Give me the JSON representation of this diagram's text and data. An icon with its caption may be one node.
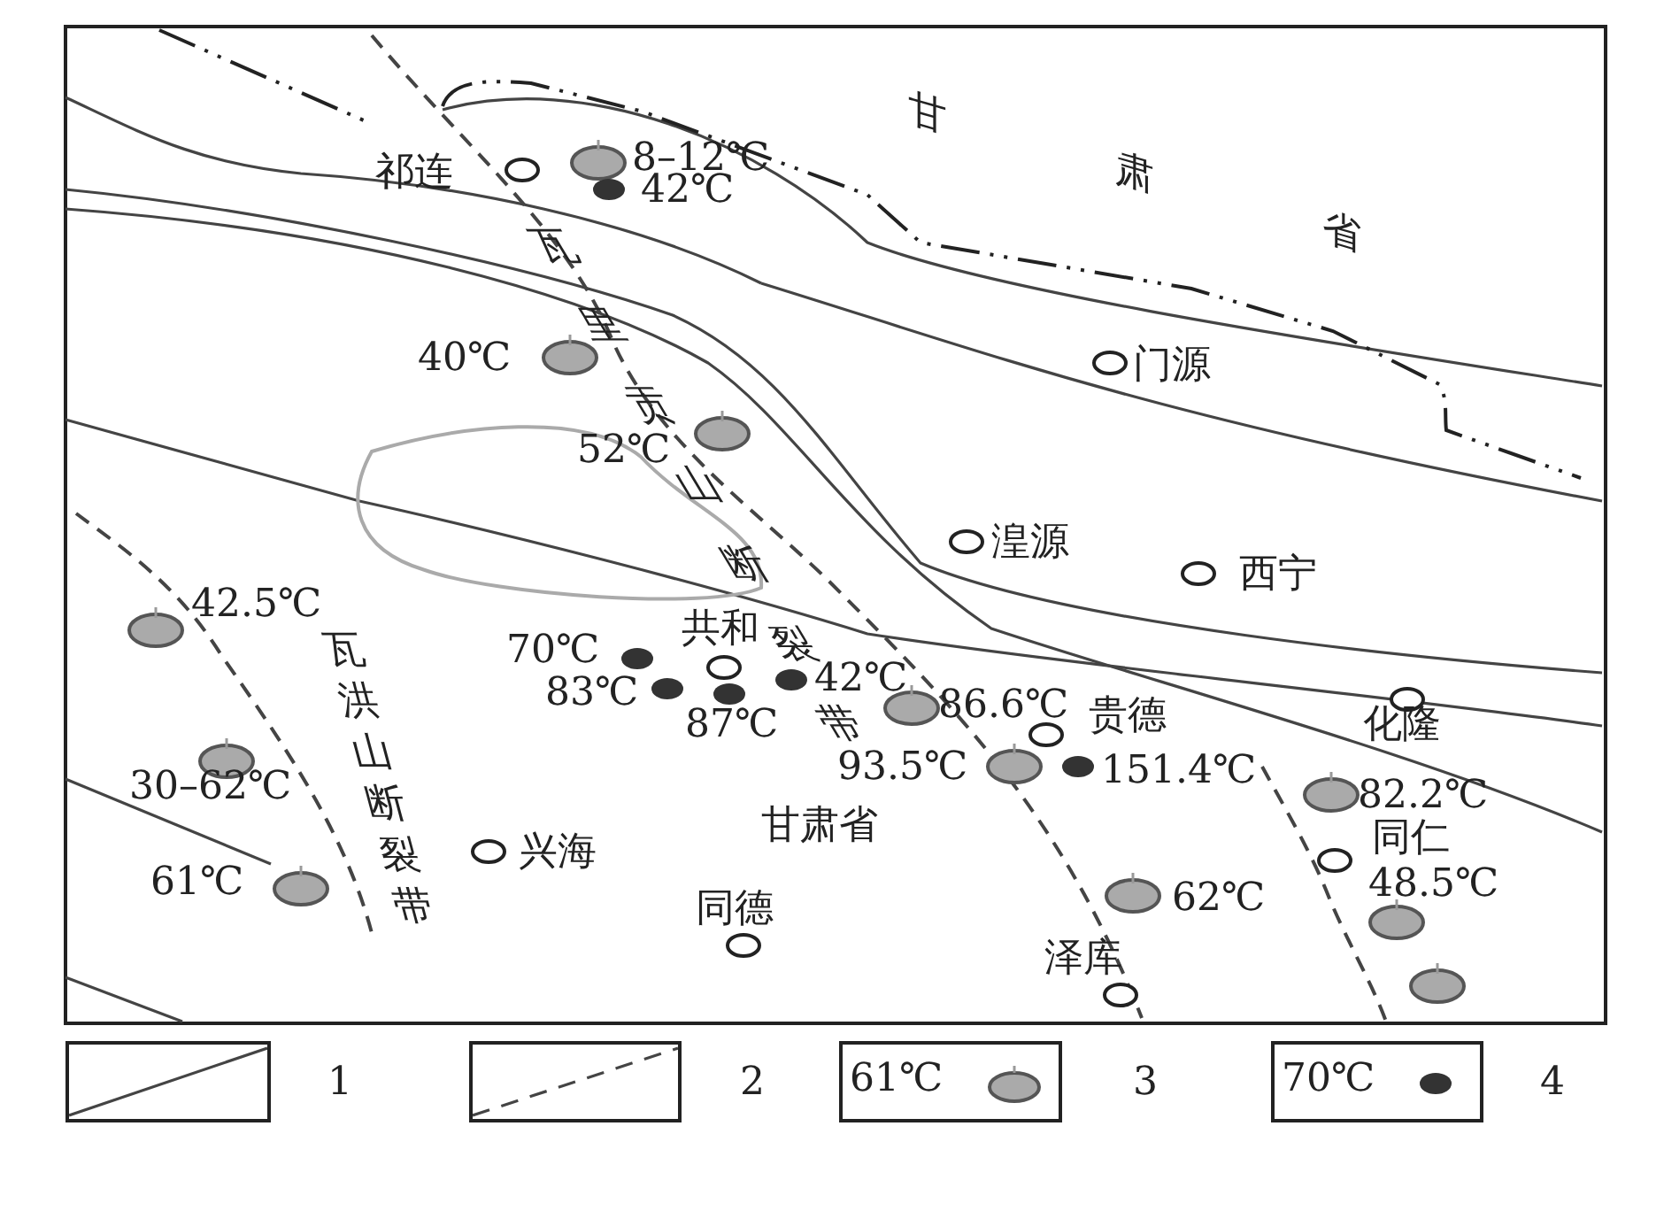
{
  "diagram": {
    "labels": [
      "甘肃省",
      "8–12℃",
      "祁连",
      "42℃",
      "瓦里贡山断裂带",
      "门源",
      "40℃",
      "52℃",
      "湟源",
      "西宁",
      "42.5℃",
      "瓦洪山断裂带",
      "70℃",
      "共和",
      "42℃",
      "83℃",
      "87℃",
      "86.6℃",
      "贵德",
      "化隆",
      "93.5℃",
      "151.4℃",
      "82.2℃",
      "30–62℃",
      "甘肃省",
      "兴海",
      "同仁",
      "61℃",
      "62℃",
      "48.5℃",
      "同德",
      "泽库",
      "61℃",
      "70℃"
    ],
    "legend": [
      {
        "text": "1"
      },
      {
        "text": "2"
      },
      {
        "text": "3"
      },
      {
        "text": "4"
      }
    ]
  }
}
